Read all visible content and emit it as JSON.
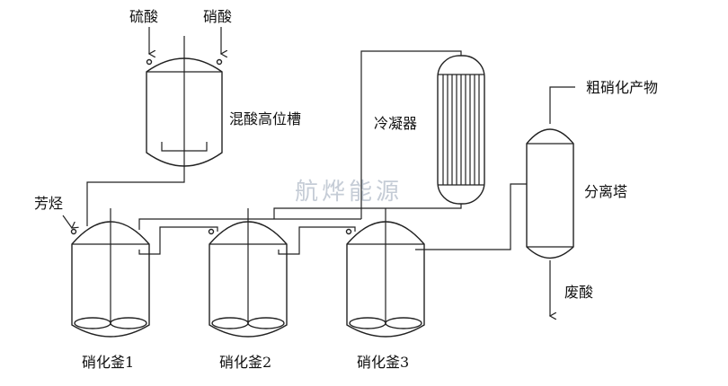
{
  "labels": {
    "sulfuric_acid": "硫酸",
    "nitric_acid": "硝酸",
    "mixed_acid_tank": "混酸高位槽",
    "condenser": "冷凝器",
    "crude_product": "粗硝化产物",
    "aromatic_hydrocarbon": "芳烃",
    "separation_tower": "分离塔",
    "waste_acid": "废酸",
    "reactor_1": "硝化釜1",
    "reactor_2": "硝化釜2",
    "reactor_3": "硝化釜3",
    "watermark": "航烨能源"
  },
  "colors": {
    "line": "#222222",
    "watermark": "#c5ccd6"
  }
}
